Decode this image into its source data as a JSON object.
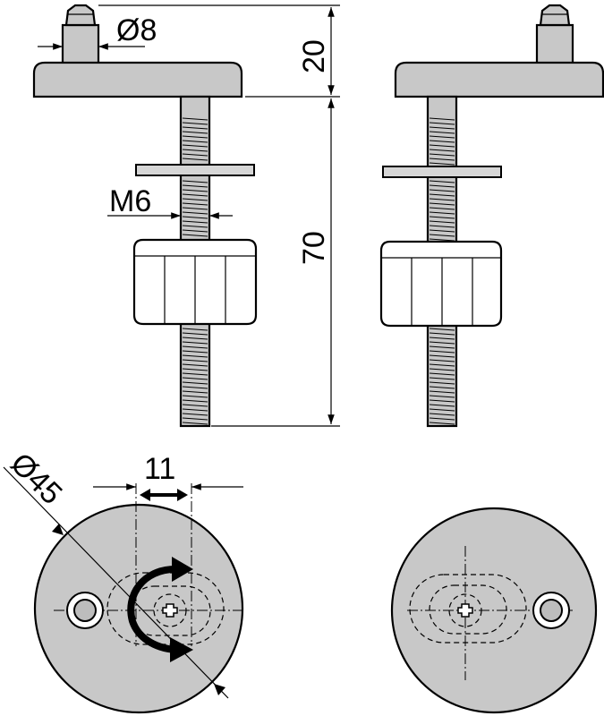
{
  "dimensions": {
    "pin_diameter": "Ø8",
    "pin_height": "20",
    "thread_size": "M6",
    "bolt_length": "70",
    "offset": "11",
    "disc_diameter": "Ø45"
  },
  "colors": {
    "part_fill": "#c8c8c8",
    "line": "#000000",
    "background": "#ffffff"
  }
}
